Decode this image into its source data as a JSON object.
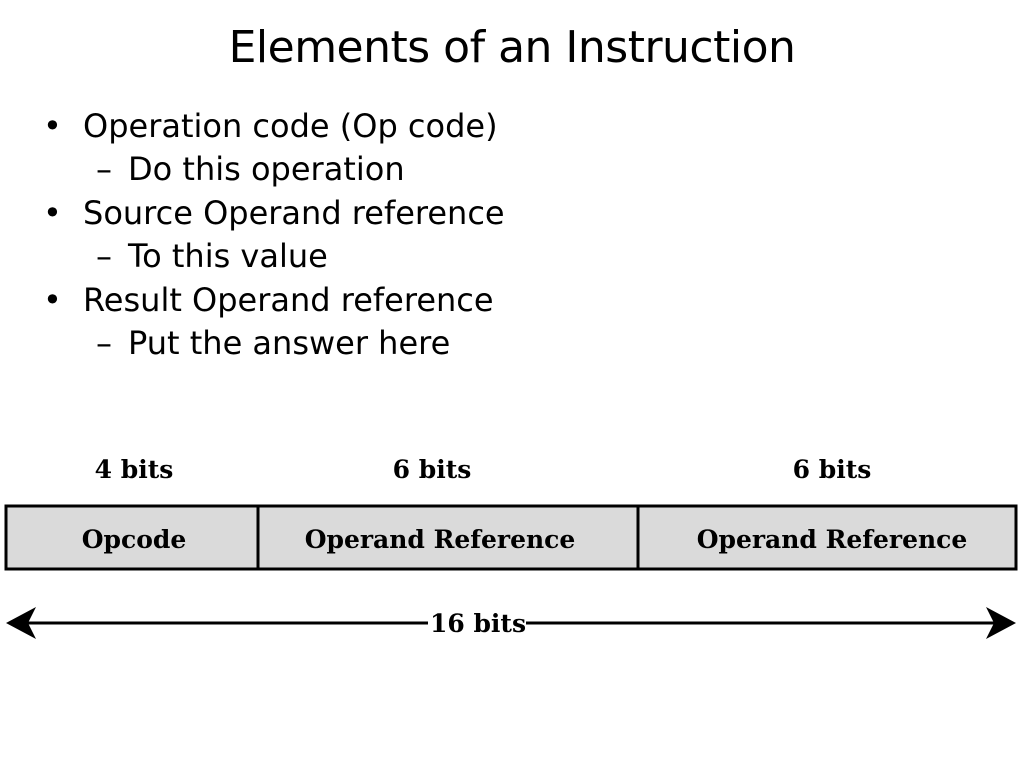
{
  "slide": {
    "title": "Elements of an Instruction",
    "bullets": [
      {
        "text": "Operation code (Op code)",
        "sub": "Do this operation"
      },
      {
        "text": "Source Operand reference",
        "sub": "To this value"
      },
      {
        "text": "Result Operand reference",
        "sub": "Put the answer here"
      }
    ]
  },
  "diagram": {
    "fields": [
      {
        "label": "Opcode",
        "bits": "4 bits"
      },
      {
        "label": "Operand Reference",
        "bits": "6 bits"
      },
      {
        "label": "Operand Reference",
        "bits": "6 bits"
      }
    ],
    "total": "16 bits",
    "colors": {
      "field_fill": "#dadada",
      "stroke": "#000000"
    }
  }
}
